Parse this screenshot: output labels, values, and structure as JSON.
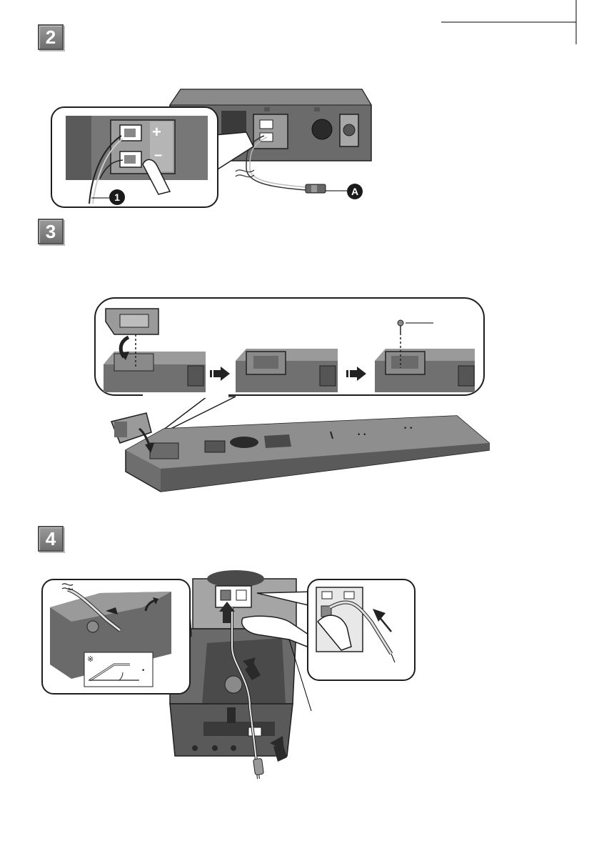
{
  "steps": {
    "step2": {
      "number": "2"
    },
    "step3": {
      "number": "3"
    },
    "step4": {
      "number": "4"
    }
  },
  "step2_figure": {
    "terminal_plus": "+",
    "terminal_minus": "–",
    "callout_1": "1",
    "callout_a": "A"
  },
  "step4_figure": {
    "note_mark": "※",
    "note_dot": "•"
  },
  "colors": {
    "body_dark": "#6a6a6a",
    "body_mid": "#8f8f8f",
    "body_light": "#bdbdbd",
    "outline": "#1e1e1e",
    "arrow": "#2a2a2a"
  }
}
